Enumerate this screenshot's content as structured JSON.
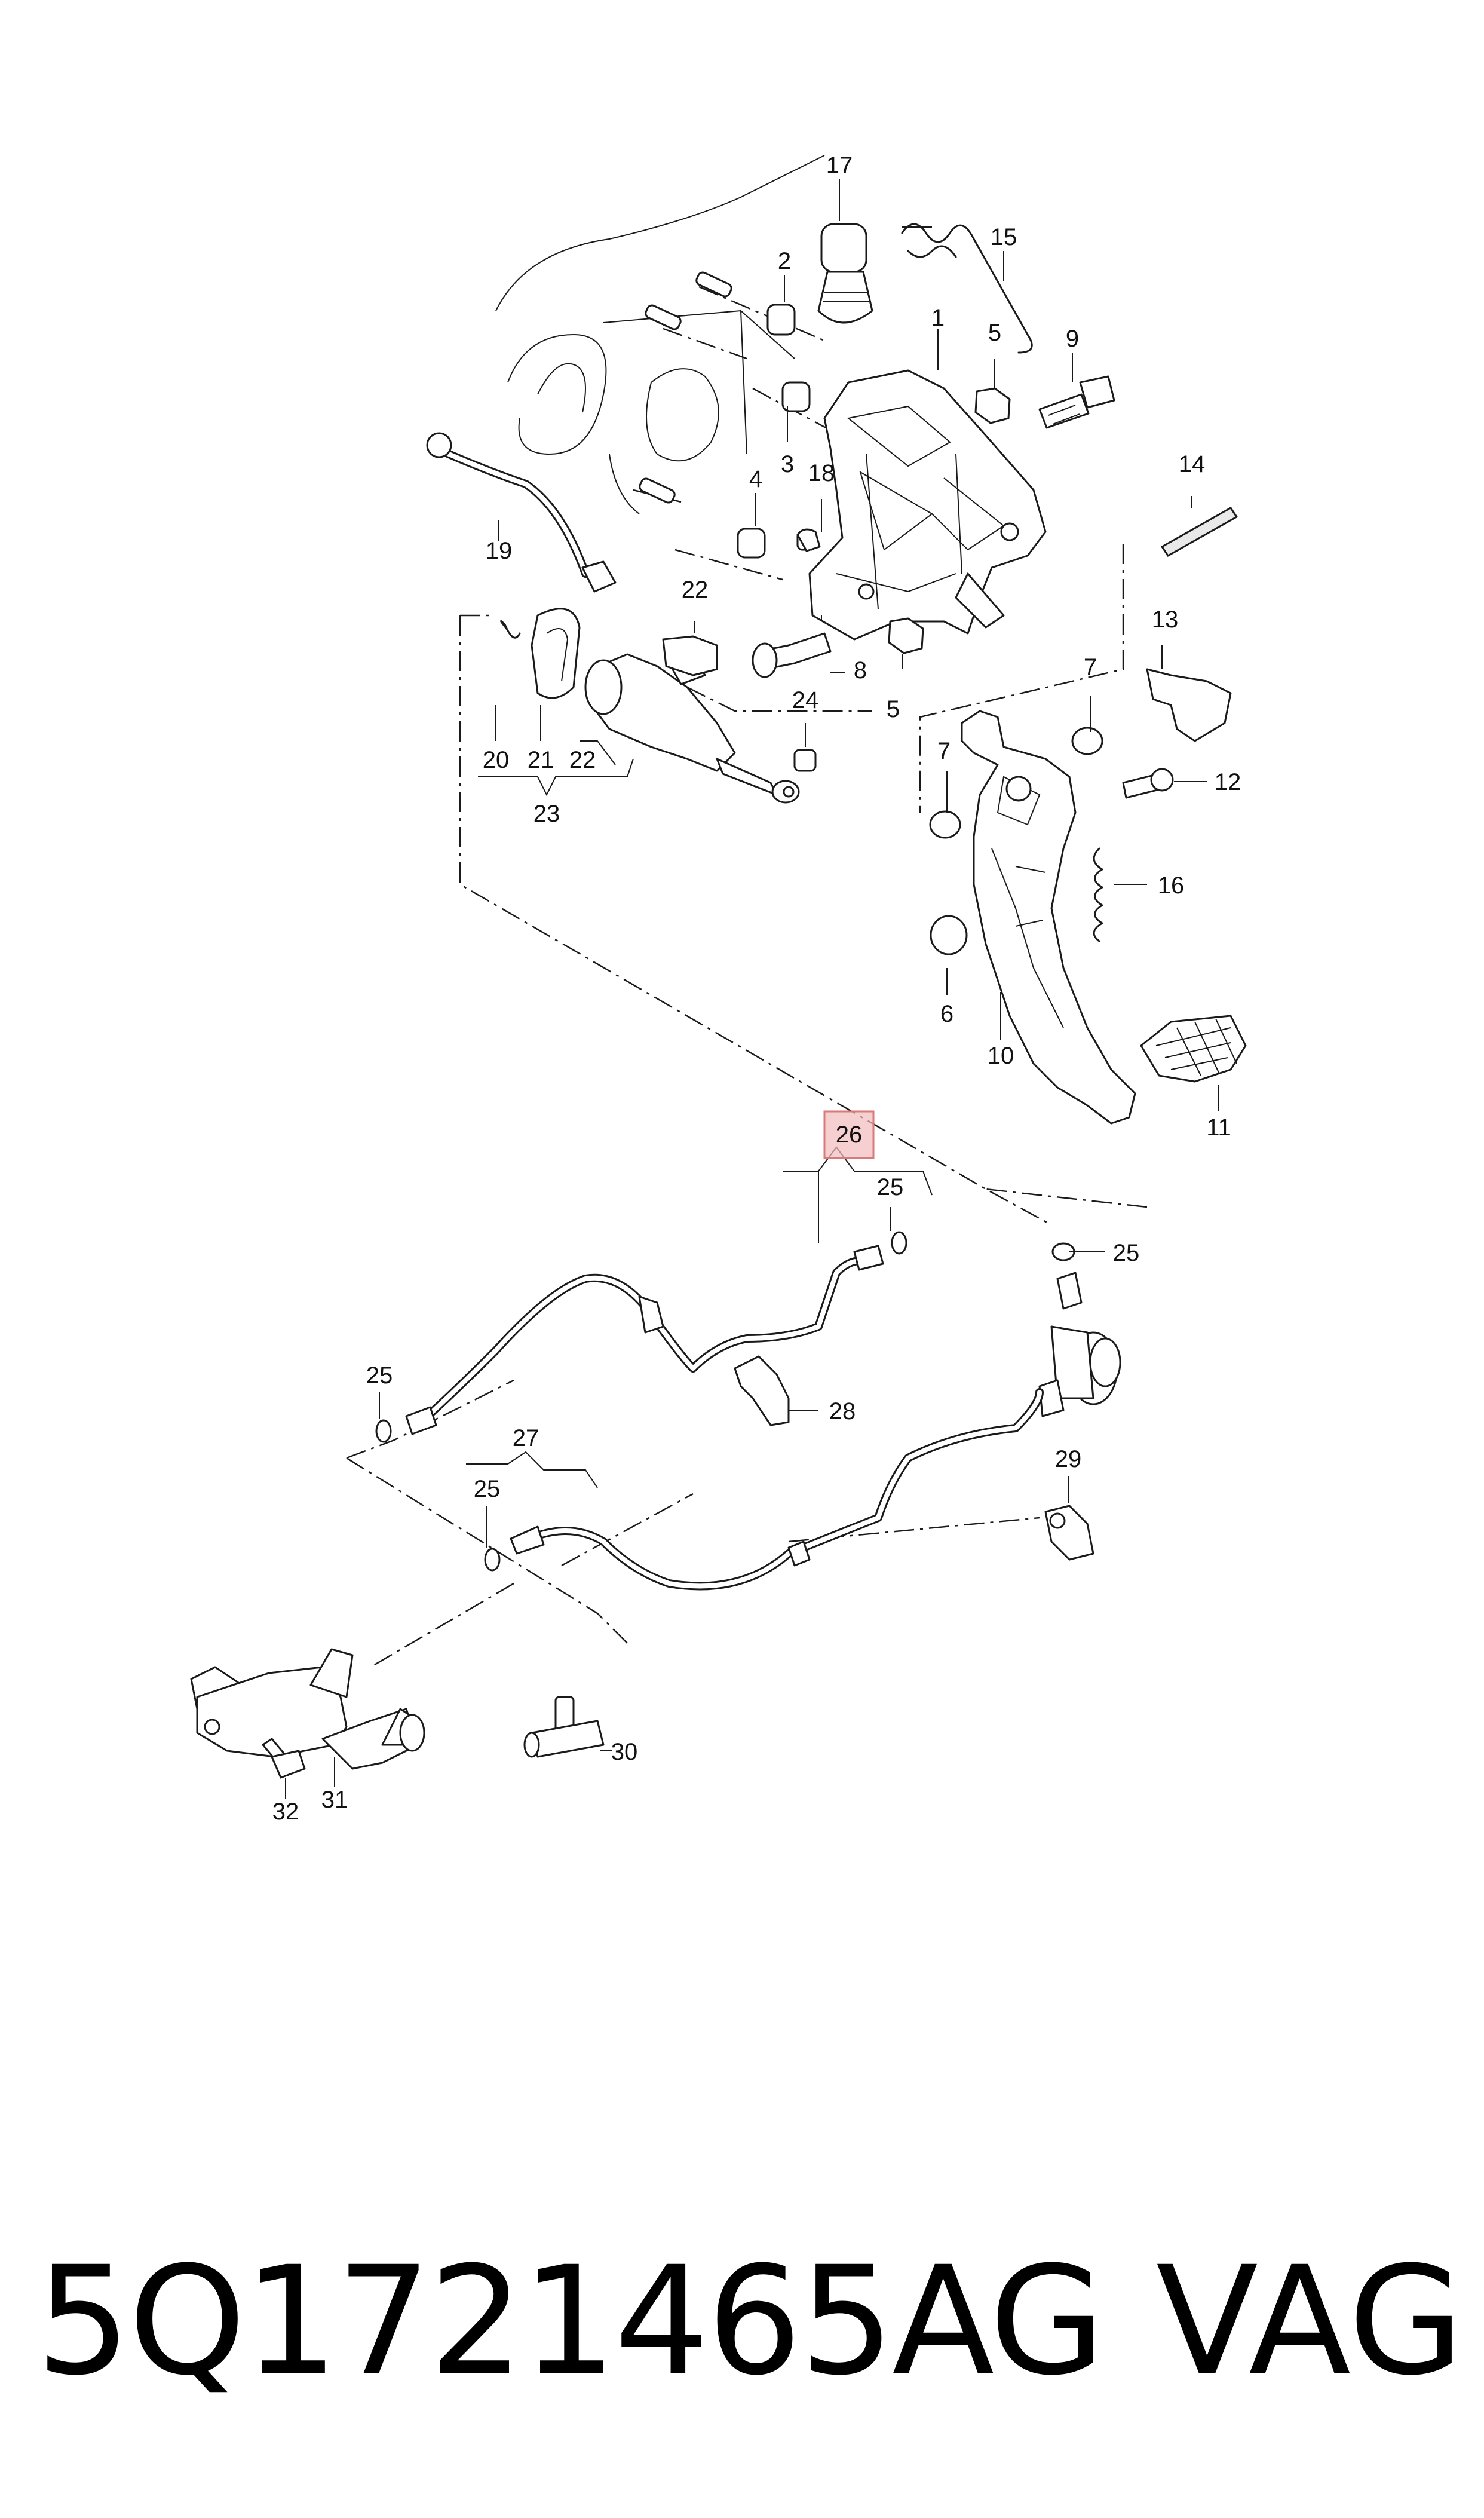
{
  "footer": {
    "part_number": "5Q1721465AG",
    "brand": "VAG"
  },
  "highlight": {
    "callout": "26",
    "color": "#f2bcbc",
    "border_color": "#d97a7a"
  },
  "callouts": {
    "c1": "1",
    "c2": "2",
    "c3": "3",
    "c4": "4",
    "c5a": "5",
    "c5b": "5",
    "c6": "6",
    "c7a": "7",
    "c7b": "7",
    "c8": "8",
    "c9": "9",
    "c10": "10",
    "c11": "11",
    "c12": "12",
    "c13": "13",
    "c14": "14",
    "c15": "15",
    "c16": "16",
    "c17": "17",
    "c18": "18",
    "c19": "19",
    "c20": "20",
    "c21": "21",
    "c22a": "22",
    "c22b": "22",
    "c23": "23",
    "c24": "24",
    "c25a": "25",
    "c25b": "25",
    "c25c": "25",
    "c25d": "25",
    "c26": "26",
    "c27": "27",
    "c28": "28",
    "c29": "29",
    "c30": "30",
    "c31": "31",
    "c32": "32"
  },
  "icons": {
    "pedal_bracket": "pedal-bracket-icon",
    "clutch_pedal": "clutch-pedal-icon",
    "master_cylinder": "master-cylinder-icon",
    "hydraulic_line": "hydraulic-line-icon",
    "slave_cylinder": "slave-cylinder-icon"
  }
}
